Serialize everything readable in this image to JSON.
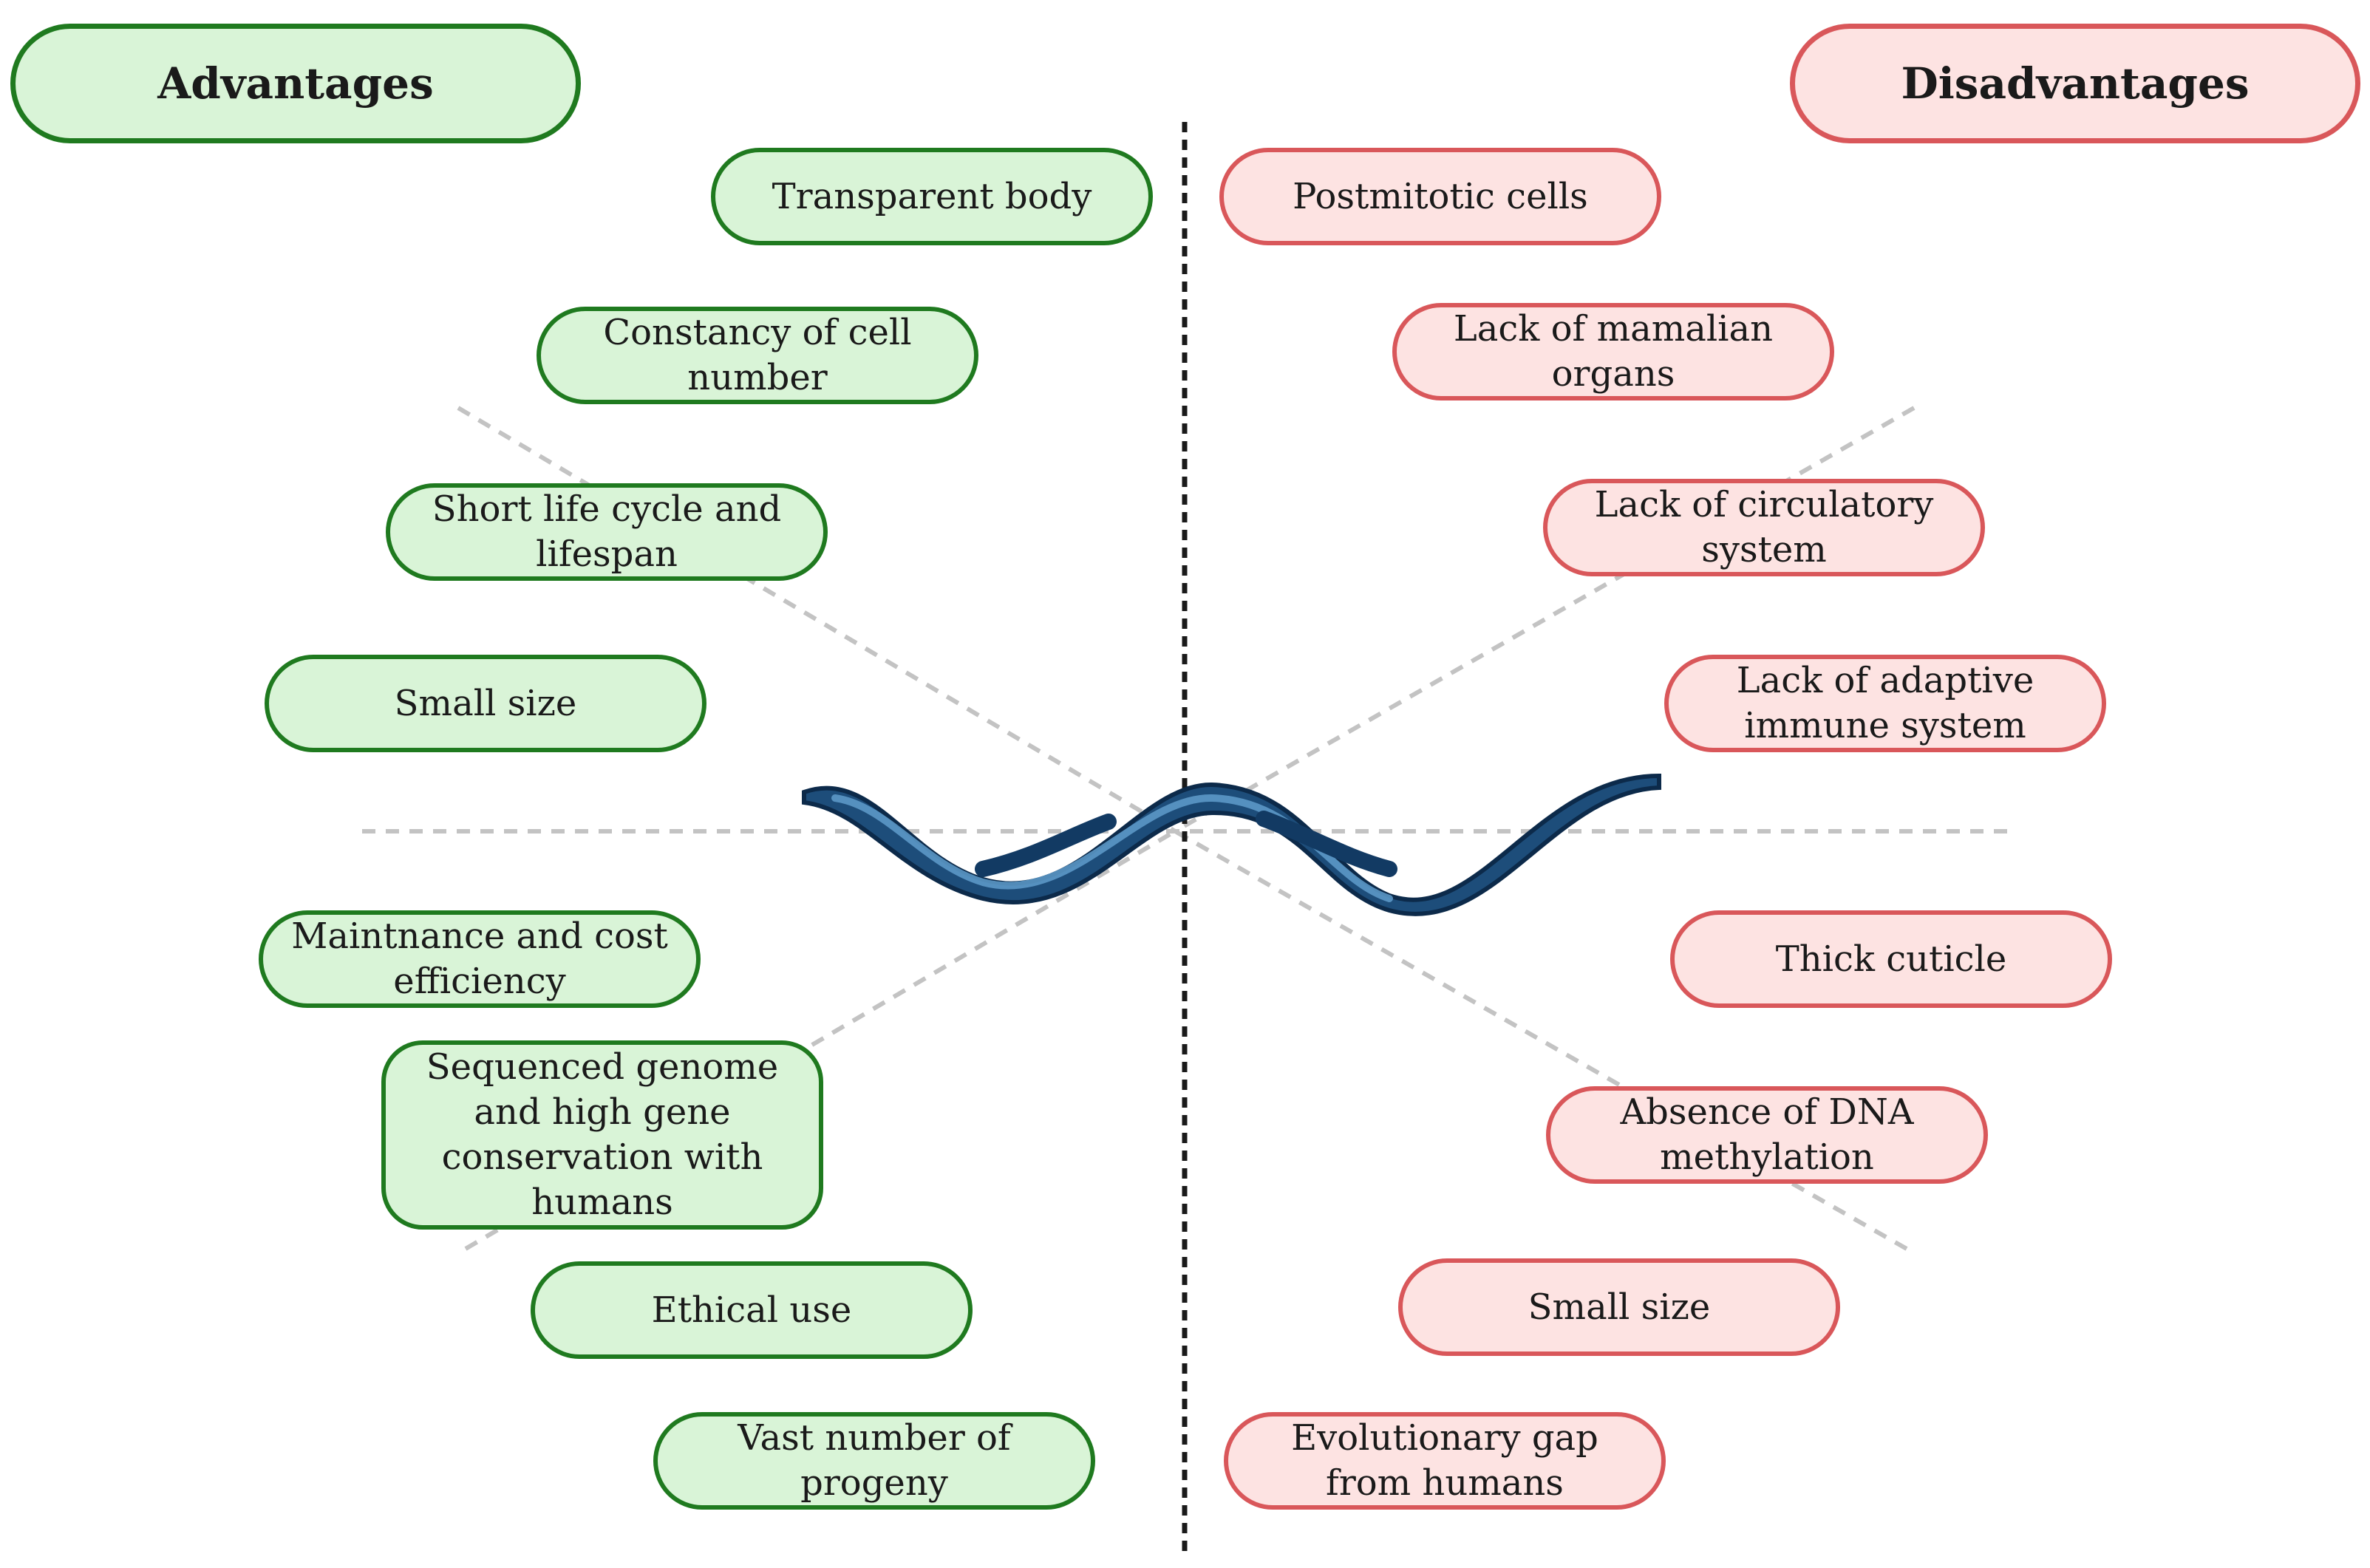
{
  "advantages": {
    "header": "Advantages",
    "items": [
      "Transparent body",
      "Constancy of cell number",
      "Short life cycle and lifespan",
      "Small size",
      "Maintnance and cost efficiency",
      "Sequenced genome and high gene conservation with humans",
      "Ethical use",
      "Vast number of progeny"
    ]
  },
  "disadvantages": {
    "header": "Disadvantages",
    "items": [
      "Postmitotic cells",
      "Lack of mamalian organs",
      "Lack of circulatory system",
      "Lack of adaptive immune system",
      "Thick cuticle",
      "Absence of DNA methylation",
      "Small size",
      "Evolutionary gap from humans"
    ]
  },
  "colors": {
    "advantage_fill": "#d9f4d7",
    "advantage_border": "#1f7a1f",
    "disadvantage_fill": "#fde3e2",
    "disadvantage_border": "#d9575a",
    "worm": "#1d4d7a"
  },
  "icons": {
    "center": "nematode-worm-icon"
  }
}
